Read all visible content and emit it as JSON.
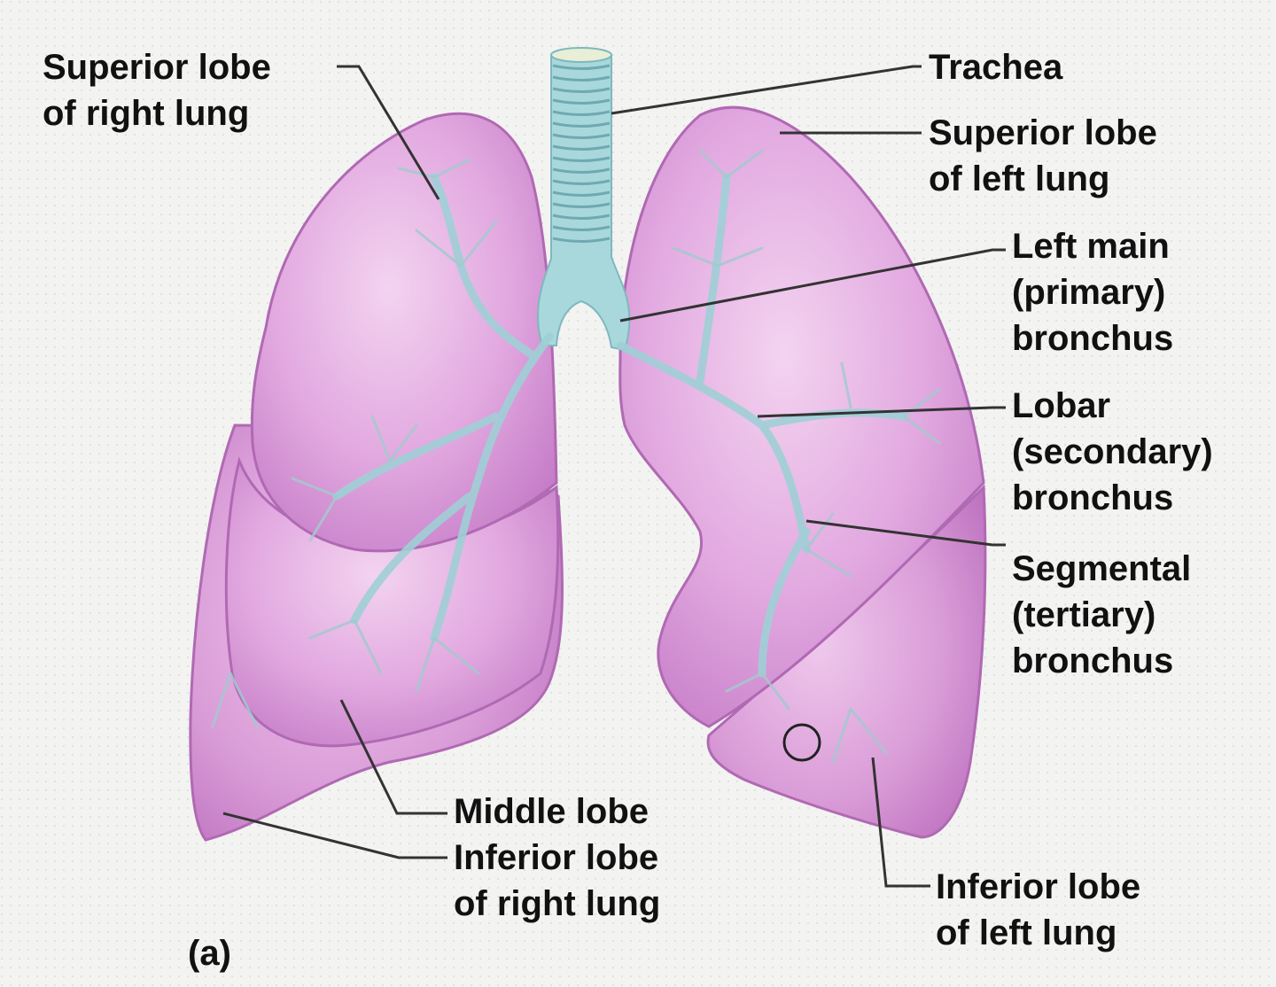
{
  "labels": {
    "superior_right": [
      "Superior lobe",
      "of right lung"
    ],
    "trachea": [
      "Trachea"
    ],
    "superior_left": [
      "Superior lobe",
      "of left lung"
    ],
    "left_main": [
      "Left main",
      "(primary)",
      "bronchus"
    ],
    "lobar": [
      "Lobar",
      "(secondary)",
      "bronchus"
    ],
    "segmental": [
      "Segmental",
      "(tertiary)",
      "bronchus"
    ],
    "middle": [
      "Middle lobe"
    ],
    "inferior_right": [
      "Inferior lobe",
      "of right lung"
    ],
    "inferior_left": [
      "Inferior lobe",
      "of left lung"
    ]
  },
  "panel_label": "(a)",
  "colors": {
    "lung_fill": "#dca0da",
    "lung_edge": "#b069b3",
    "airway": "#a9d8dc",
    "leader_line": "#333333",
    "background": "#f3f3f1"
  }
}
